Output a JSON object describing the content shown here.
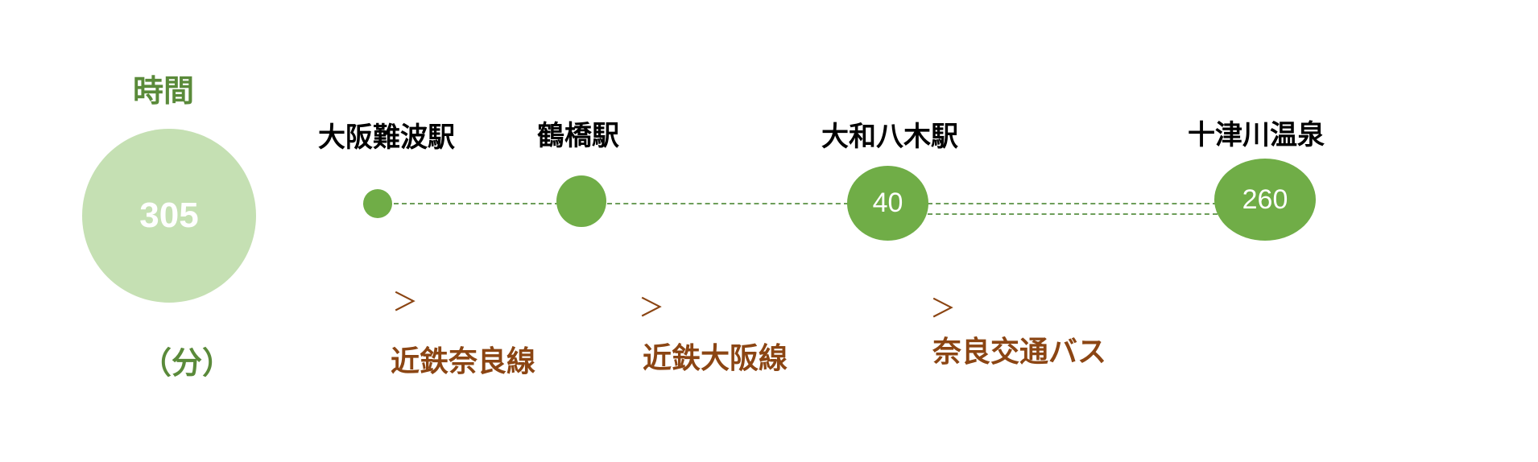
{
  "summary": {
    "label": "時間",
    "total": "305",
    "unit": "（分）"
  },
  "stations": [
    {
      "name": "大阪難波駅",
      "time": ""
    },
    {
      "name": "鶴橋駅",
      "time": ""
    },
    {
      "name": "大和八木駅",
      "time": "40"
    },
    {
      "name": "十津川温泉",
      "time": "260"
    }
  ],
  "routes": [
    {
      "arrow": "＞",
      "name": "近鉄奈良線"
    },
    {
      "arrow": "＞",
      "name": "近鉄大阪線"
    },
    {
      "arrow": "＞",
      "name": "奈良交通バス"
    }
  ],
  "colors": {
    "node": "#70ad47",
    "total_circle": "#c5e0b3",
    "label_green": "#5a8a3a",
    "route_brown": "#8b4513"
  }
}
